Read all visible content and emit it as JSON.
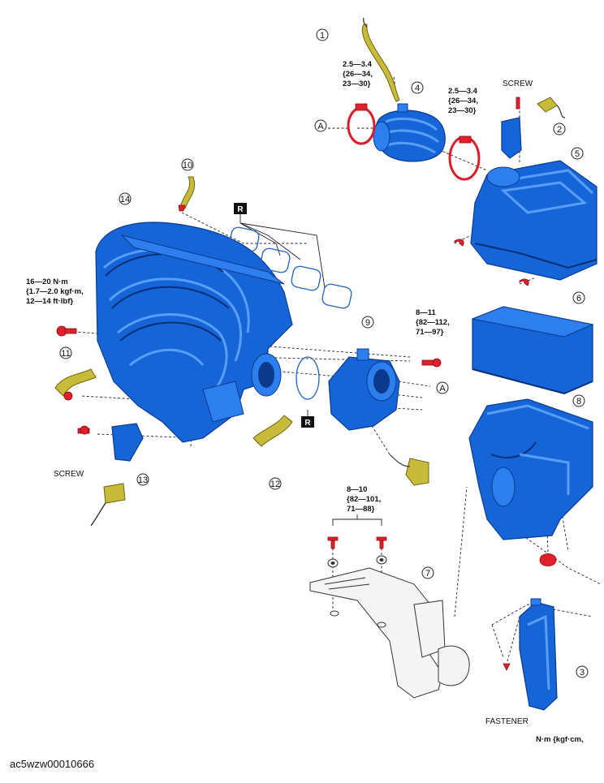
{
  "callouts": [
    "1",
    "2",
    "3",
    "4",
    "5",
    "6",
    "7",
    "8",
    "9",
    "10",
    "11",
    "12",
    "13",
    "14"
  ],
  "torque": {
    "clamp_left": [
      "2.5—3.4",
      "{26—34,",
      "23—30}"
    ],
    "clamp_right": [
      "2.5—3.4",
      "{26—34,",
      "23—30}"
    ],
    "manifold_bolt": [
      "16—20 N·m",
      "{1.7—2.0 kgf·m,",
      "12—14 ft·lbf}"
    ],
    "throttle_bolt": [
      "8—11",
      "{82—112,",
      "71—97}"
    ],
    "bracket_bolts": [
      "8—10",
      "{82—101,",
      "71—88}"
    ]
  },
  "labels": {
    "screw_top": "SCREW",
    "screw_left": "SCREW",
    "fastener": "FASTENER",
    "units": "N·m {kgf·cm,",
    "ref_a": "A",
    "replace_mark": "R"
  },
  "caption": "ac5wzw00010666",
  "colors": {
    "part_blue": "#1565d8",
    "clamp_red": "#d81f2a",
    "hose_olive": "#c9bb3a"
  }
}
